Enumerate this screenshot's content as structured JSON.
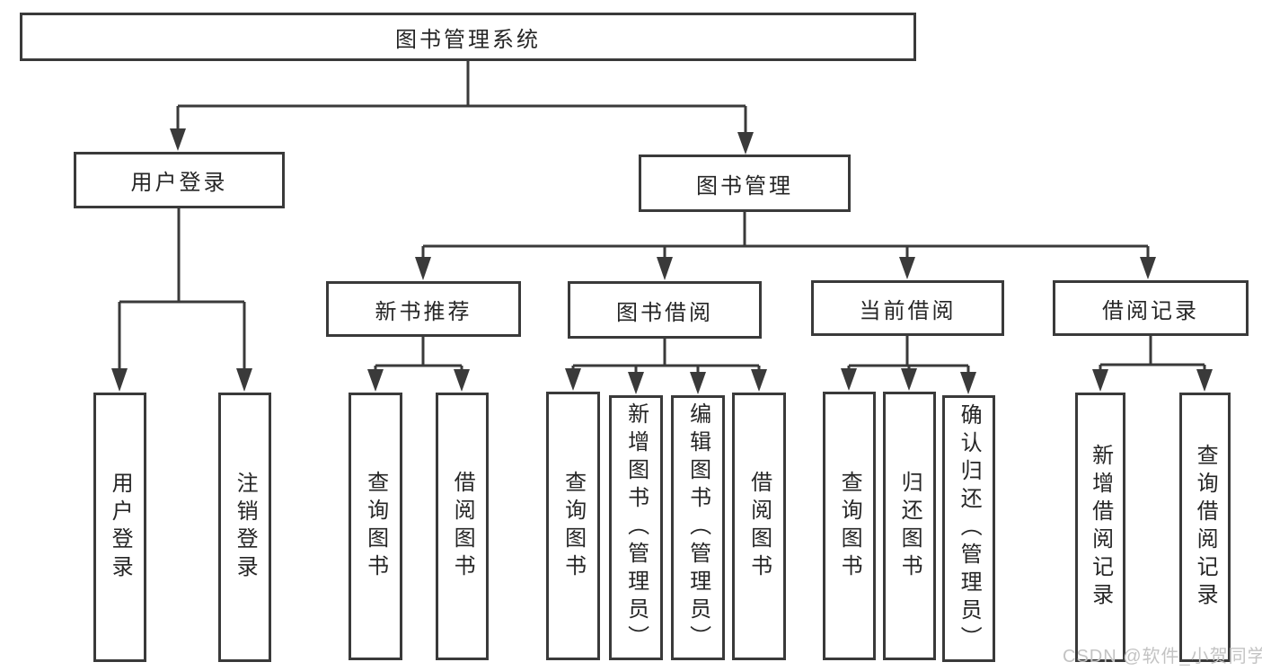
{
  "tree": {
    "root": {
      "label": "图书管理系统"
    },
    "branches": [
      {
        "label": "用户登录",
        "children": [
          {
            "label": "用户登录"
          },
          {
            "label": "注销登录"
          }
        ]
      },
      {
        "label": "图书管理",
        "children": [
          {
            "label": "新书推荐",
            "children": [
              {
                "label": "查询图书"
              },
              {
                "label": "借阅图书"
              }
            ]
          },
          {
            "label": "图书借阅",
            "children": [
              {
                "label": "查询图书"
              },
              {
                "label": "新增图书（管理员）"
              },
              {
                "label": "编辑图书（管理员）"
              },
              {
                "label": "借阅图书"
              }
            ]
          },
          {
            "label": "当前借阅",
            "children": [
              {
                "label": "查询图书"
              },
              {
                "label": "归还图书"
              },
              {
                "label": "确认归还（管理员）"
              }
            ]
          },
          {
            "label": "借阅记录",
            "children": [
              {
                "label": "新增借阅记录"
              },
              {
                "label": "查询借阅记录"
              }
            ]
          }
        ]
      }
    ]
  },
  "watermark": {
    "text": "CSDN @软件_小贺同学"
  },
  "colors": {
    "line": "#3a3a3a",
    "text": "#262626",
    "background": "#ffffff",
    "watermark": "#c3c3c3"
  }
}
